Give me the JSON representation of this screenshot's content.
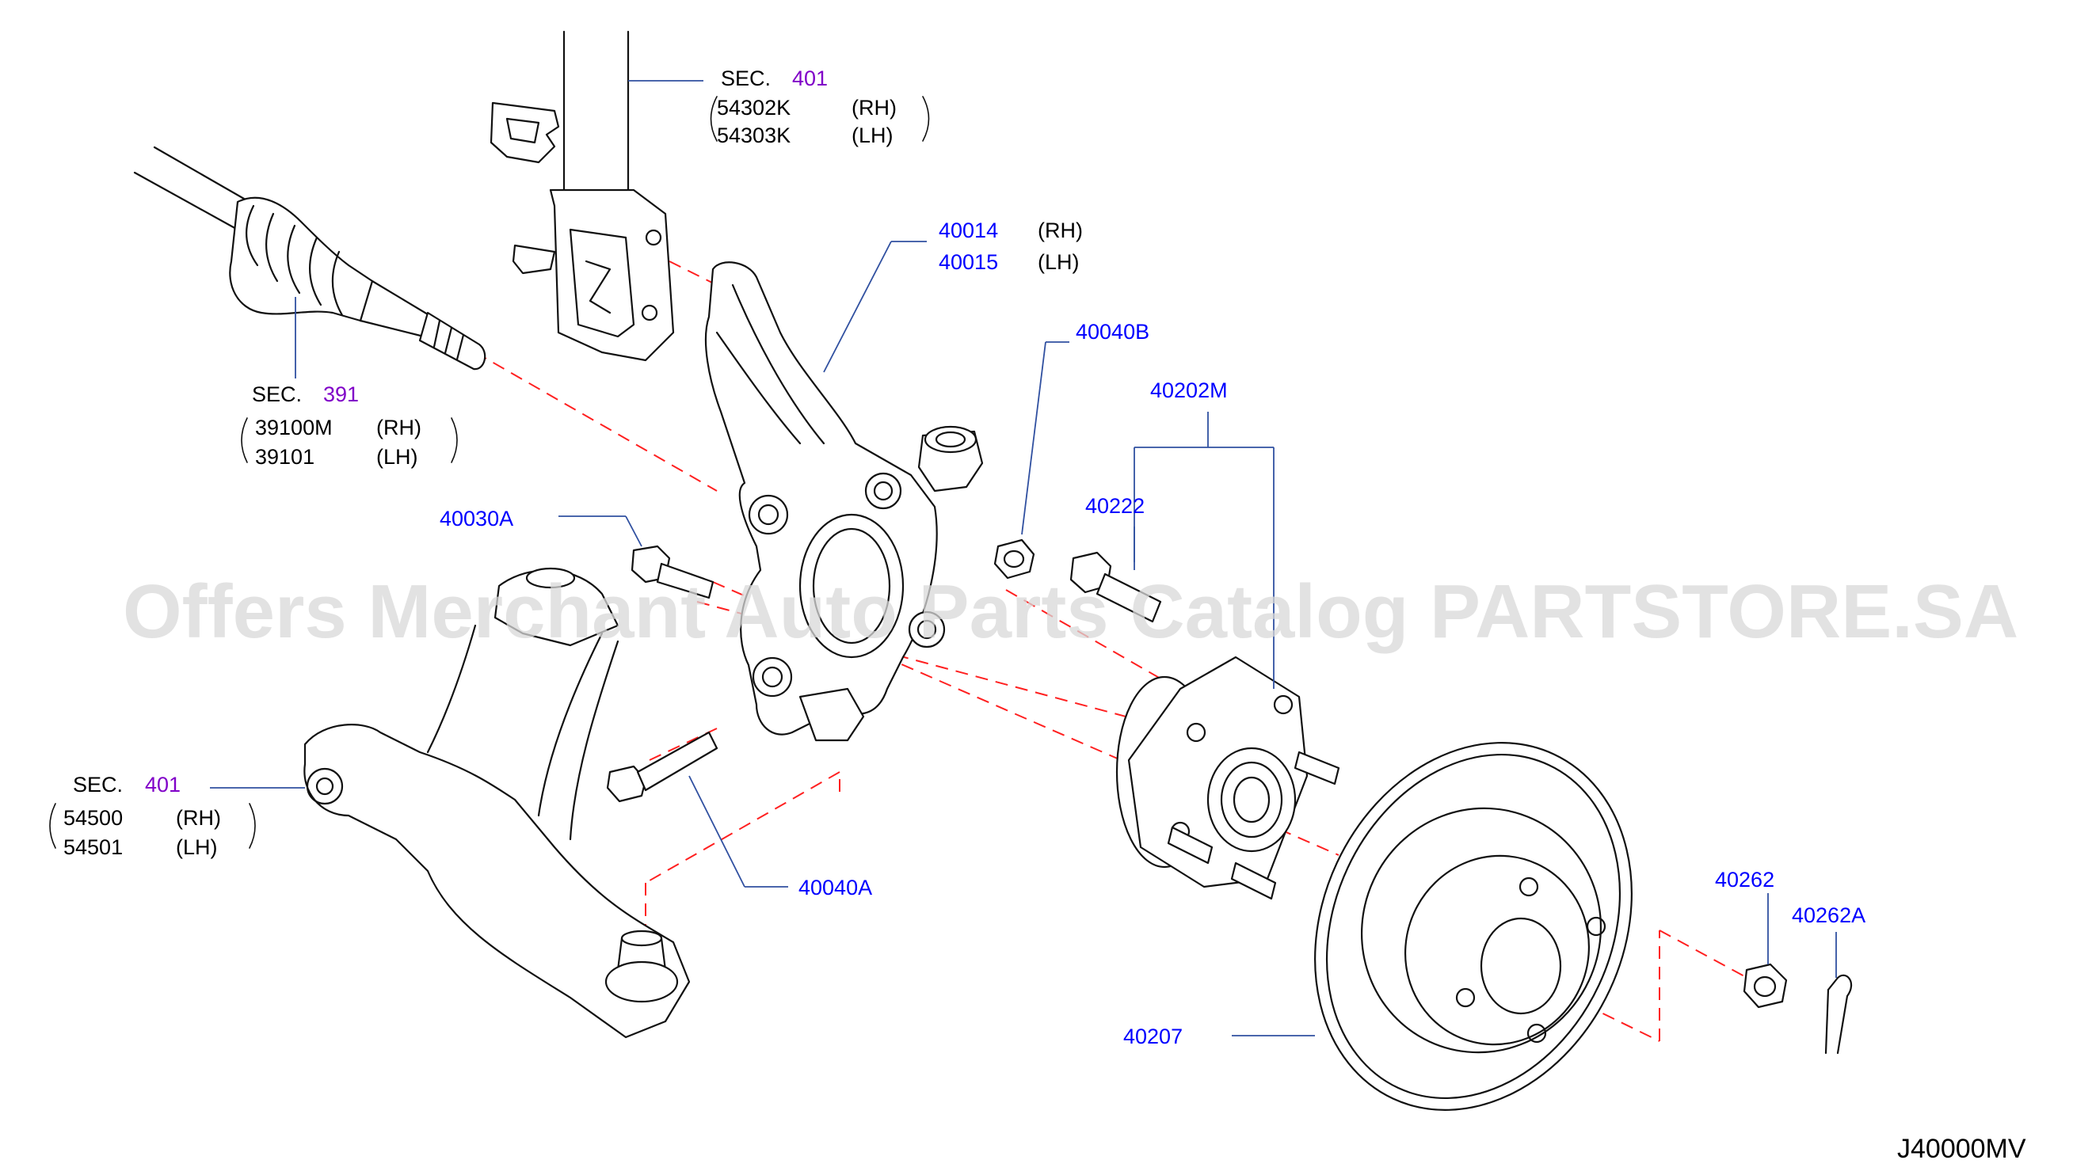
{
  "strut": {
    "sec_word": "SEC.",
    "sec_num": "401",
    "part_rh": "54302K",
    "part_lh": "54303K",
    "rh": "(RH)",
    "lh": "(LH)"
  },
  "driveshaft": {
    "sec_word": "SEC.",
    "sec_num": "391",
    "part_rh": "39100M",
    "part_lh": "39101",
    "rh": "(RH)",
    "lh": "(LH)"
  },
  "knuckle": {
    "part_rh": "40014",
    "part_lh": "40015",
    "rh": "(RH)",
    "lh": "(LH)"
  },
  "nut_b": {
    "part": "40040B"
  },
  "hub_assy": {
    "part": "40202M"
  },
  "hub_bolt": {
    "part": "40222"
  },
  "bolt_a": {
    "part": "40030A"
  },
  "lower_arm": {
    "sec_word": "SEC.",
    "sec_num": "401",
    "part_rh": "54500",
    "part_lh": "54501",
    "rh": "(RH)",
    "lh": "(LH)"
  },
  "bolt_40040a": {
    "part": "40040A"
  },
  "axle_nut": {
    "part": "40262"
  },
  "cotter_pin": {
    "part": "40262A"
  },
  "rotor": {
    "part": "40207"
  },
  "diagram_code": "J40000MV",
  "watermark": "Offers Merchant Auto Parts Catalog PARTSTORE.SA",
  "colors": {
    "part_number": "#0000ff",
    "section_number": "#8000c8",
    "leader": "#3050a0",
    "centerline": "#ff2020"
  }
}
